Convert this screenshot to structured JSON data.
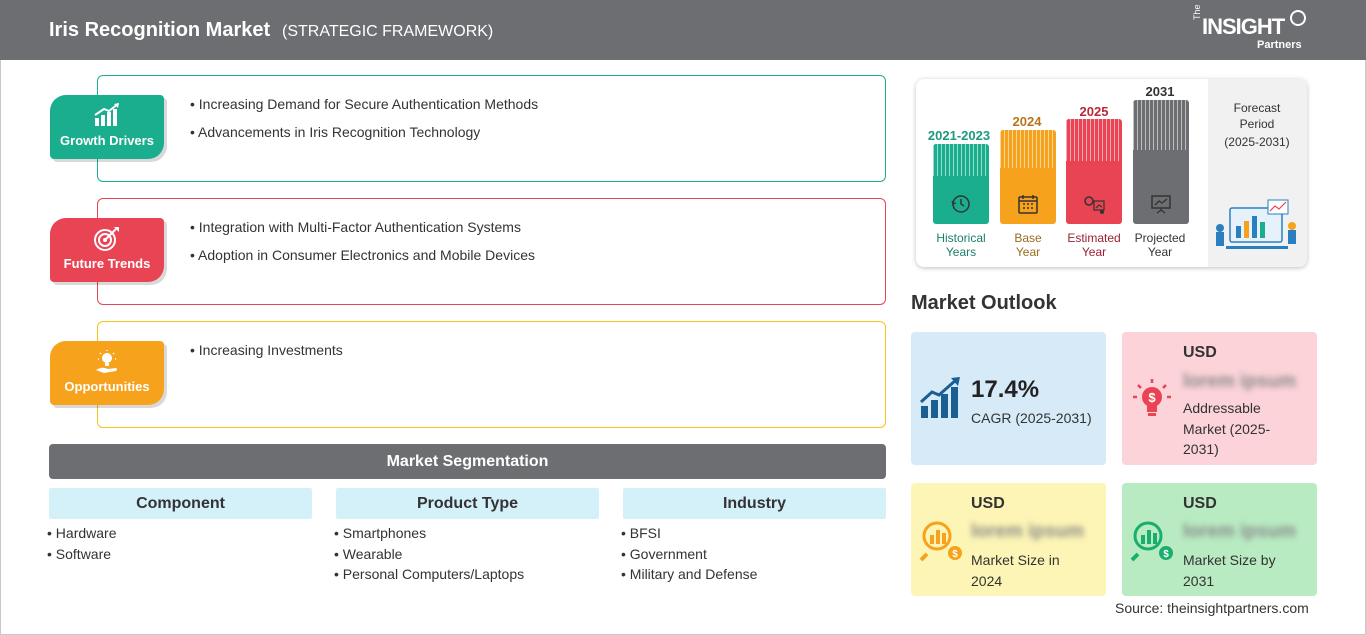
{
  "header": {
    "title": "Iris Recognition Market",
    "subtitle": "(STRATEGIC FRAMEWORK)",
    "logo_the": "The",
    "logo_main": "INSIGHT",
    "logo_partners": "Partners"
  },
  "drivers": [
    {
      "label": "Growth Drivers",
      "color": "#1aae8e",
      "border": "#1aae8e",
      "icon": "growth-chart-icon",
      "bullets": [
        "Increasing Demand for Secure Authentication Methods",
        "Advancements in Iris Recognition Technology"
      ]
    },
    {
      "label": "Future Trends",
      "color": "#e84454",
      "border": "#e84454",
      "icon": "target-icon",
      "bullets": [
        "Integration with Multi-Factor Authentication Systems",
        "Adoption in Consumer Electronics and Mobile Devices"
      ]
    },
    {
      "label": "Opportunities",
      "color": "#f7a21c",
      "border": "#f7a21c",
      "icon": "lightbulb-hand-icon",
      "bullets": [
        "Increasing Investments"
      ]
    }
  ],
  "segmentation": {
    "title": "Market Segmentation",
    "columns": [
      {
        "heading": "Component",
        "items": [
          "Hardware",
          "Software"
        ]
      },
      {
        "heading": "Product Type",
        "items": [
          "Smartphones",
          "Wearable",
          "Personal Computers/Laptops"
        ]
      },
      {
        "heading": "Industry",
        "items": [
          "BFSI",
          "Government",
          "Military and Defense"
        ]
      }
    ]
  },
  "timeline": {
    "bars": [
      {
        "year": "2021-2023",
        "caption_1": "Historical",
        "caption_2": "Years",
        "color": "#1aae8e",
        "year_color": "#1a9a7e",
        "caption_color": "#1a7e6a",
        "icon": "history-clock-icon"
      },
      {
        "year": "2024",
        "caption_1": "Base",
        "caption_2": "Year",
        "color": "#f7a21c",
        "year_color": "#b8761a",
        "caption_color": "#9a6a20",
        "icon": "calendar-icon"
      },
      {
        "year": "2025",
        "caption_1": "Estimated",
        "caption_2": "Year",
        "color": "#e84454",
        "year_color": "#b8283a",
        "caption_color": "#9a2030",
        "icon": "settings-chart-icon"
      },
      {
        "year": "2031",
        "caption_1": "Projected",
        "caption_2": "Year",
        "color": "#6d6e71",
        "year_color": "#333333",
        "caption_color": "#333333",
        "icon": "presentation-icon"
      }
    ],
    "forecast_label_1": "Forecast",
    "forecast_label_2": "Period",
    "forecast_range": "(2025-2031)"
  },
  "outlook": {
    "title": "Market Outlook",
    "cagr_value": "17.4%",
    "cagr_label": "CAGR (2025-2031)",
    "addressable_usd": "USD",
    "addressable_value": "lorem ipsum",
    "addressable_label": "Addressable Market (2025-2031)",
    "size_2024_usd": "USD",
    "size_2024_value": "lorem ipsum",
    "size_2024_label": "Market Size in 2024",
    "size_2031_usd": "USD",
    "size_2031_value": "lorem ipsum",
    "size_2031_label": "Market Size by 2031"
  },
  "source": "Source: theinsightpartners.com"
}
